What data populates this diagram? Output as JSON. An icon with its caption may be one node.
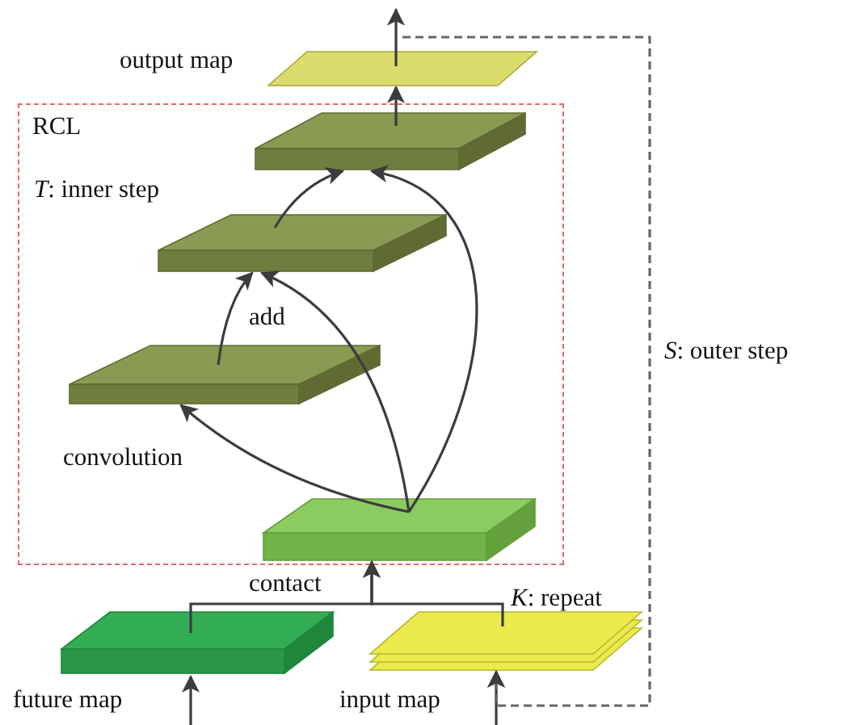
{
  "diagram": {
    "nodes": [
      {
        "text": [
          "RCL",
          "*T*: inner step"
        ]
      },
      {
        "text": [],
        "shape": "box",
        "beside": [
          "output map"
        ]
      },
      {
        "text": [],
        "shape": "box",
        "in": 0
      },
      {
        "text": [],
        "shape": "box",
        "in": 0
      },
      {
        "text": [],
        "shape": "box",
        "in": 0
      },
      {
        "text": [],
        "shape": "box",
        "in": 0
      },
      {
        "text": [],
        "shape": "box",
        "beside": [
          "future map"
        ]
      },
      {
        "text": [],
        "shape": "box",
        "beside": [
          "input map",
          "*K*: repeat"
        ]
      }
    ],
    "edges": [
      {
        "from": 1,
        "to": null,
        "arrow": "to"
      },
      {
        "from": 2,
        "to": 1,
        "arrow": "to"
      },
      {
        "from": 3,
        "to": 2,
        "arrow": "to"
      },
      {
        "from": 5,
        "to": 2,
        "arrow": "to"
      },
      {
        "from": 4,
        "to": 3,
        "arrow": "to",
        "label": "add"
      },
      {
        "from": 5,
        "to": 3,
        "arrow": "to"
      },
      {
        "from": 5,
        "to": 4,
        "arrow": "to",
        "label": "convolution"
      },
      {
        "from": 6,
        "to": 5,
        "arrow": "to",
        "label": "contact"
      },
      {
        "from": 7,
        "to": 5,
        "arrow": "to"
      },
      {
        "from": null,
        "to": 6,
        "arrow": "to"
      },
      {
        "from": null,
        "to": 7,
        "arrow": "to"
      },
      {
        "from": 1,
        "to": 7,
        "arrow": "to",
        "style": "dashed",
        "color": "#666666",
        "label": "*S*: outer step"
      }
    ]
  }
}
